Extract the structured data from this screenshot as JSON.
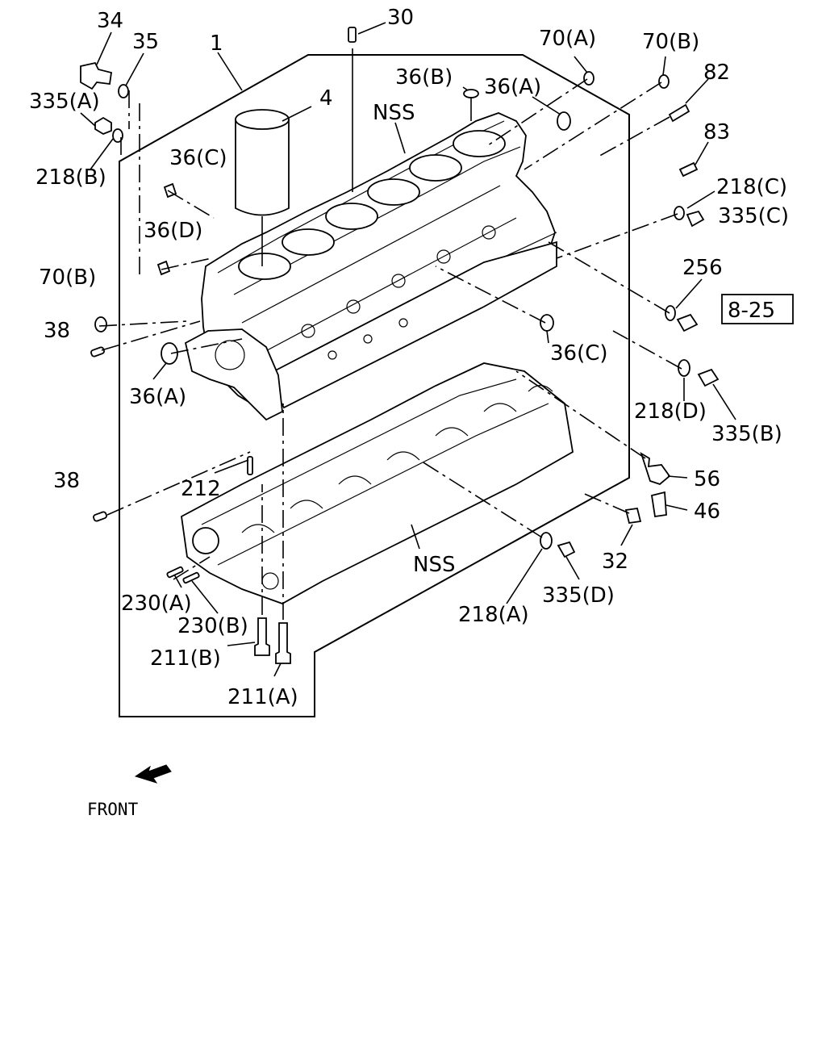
{
  "diagram": {
    "labels": {
      "p34": "34",
      "p35": "35",
      "p1": "1",
      "p30": "30",
      "p70a": "70(A)",
      "p70b_top": "70(B)",
      "p82": "82",
      "p335a": "335(A)",
      "p4": "4",
      "p36b": "36(B)",
      "p36a_top": "36(A)",
      "pnss_top": "NSS",
      "p83": "83",
      "p218b": "218(B)",
      "p36c_left": "36(C)",
      "p218c": "218(C)",
      "p335c": "335(C)",
      "p36d": "36(D)",
      "p256": "256",
      "pref": "8-25",
      "p70b_left": "70(B)",
      "p38_upper": "38",
      "p36c_right": "36(C)",
      "p36a_left": "36(A)",
      "p218d": "218(D)",
      "p335b": "335(B)",
      "p38_lower": "38",
      "p212": "212",
      "p56": "56",
      "p46": "46",
      "p32": "32",
      "pnss_bottom": "NSS",
      "p230a": "230(A)",
      "p230b": "230(B)",
      "p218a": "218(A)",
      "p335d": "335(D)",
      "p211b": "211(B)",
      "p211a": "211(A)"
    },
    "front_label": "FRONT"
  }
}
